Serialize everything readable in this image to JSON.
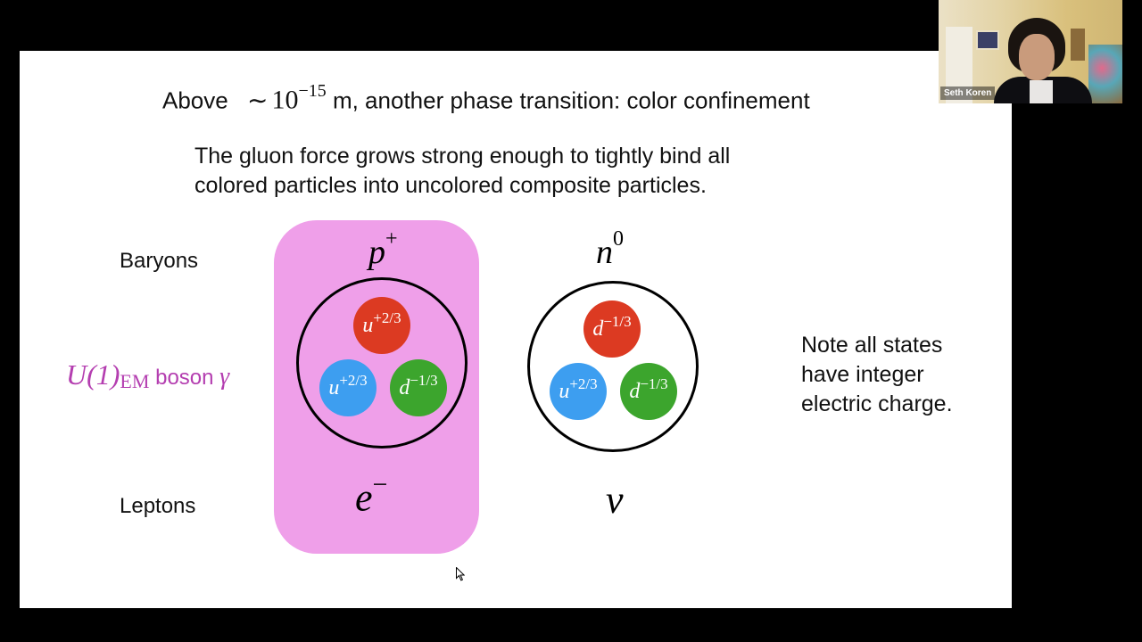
{
  "title": {
    "before": "Above",
    "tilde": "∼",
    "base": "10",
    "exp": "−15",
    "after": "m, another phase transition: color confinement"
  },
  "subtitle": {
    "line1": "The gluon force grows strong enough to tightly bind all",
    "line2": "colored particles into uncolored composite particles."
  },
  "rows": {
    "baryons": "Baryons",
    "leptons": "Leptons"
  },
  "u1_label": {
    "math": "U(1)",
    "sub": "EM",
    "word": "boson",
    "gamma": "γ"
  },
  "proton": {
    "symbol": "p",
    "charge": "+",
    "quarks": [
      {
        "flavor": "u",
        "charge": "+2/3",
        "color": "red"
      },
      {
        "flavor": "u",
        "charge": "+2/3",
        "color": "blue"
      },
      {
        "flavor": "d",
        "charge": "−1/3",
        "color": "green"
      }
    ]
  },
  "neutron": {
    "symbol": "n",
    "charge": "0",
    "quarks": [
      {
        "flavor": "d",
        "charge": "−1/3",
        "color": "red"
      },
      {
        "flavor": "u",
        "charge": "+2/3",
        "color": "blue"
      },
      {
        "flavor": "d",
        "charge": "−1/3",
        "color": "green"
      }
    ]
  },
  "leptons": {
    "electron_symbol": "e",
    "electron_charge": "−",
    "neutrino_symbol": "ν"
  },
  "note": {
    "line1": "Note all states",
    "line2": "have integer",
    "line3": "electric charge."
  },
  "webcam": {
    "name": "Seth Koren"
  },
  "colors": {
    "pink_box": "#ef9fe9",
    "u1_text": "#b43eb0",
    "quark_red": "#dc3a22",
    "quark_blue": "#3d9ef0",
    "quark_green": "#3ca52d"
  }
}
